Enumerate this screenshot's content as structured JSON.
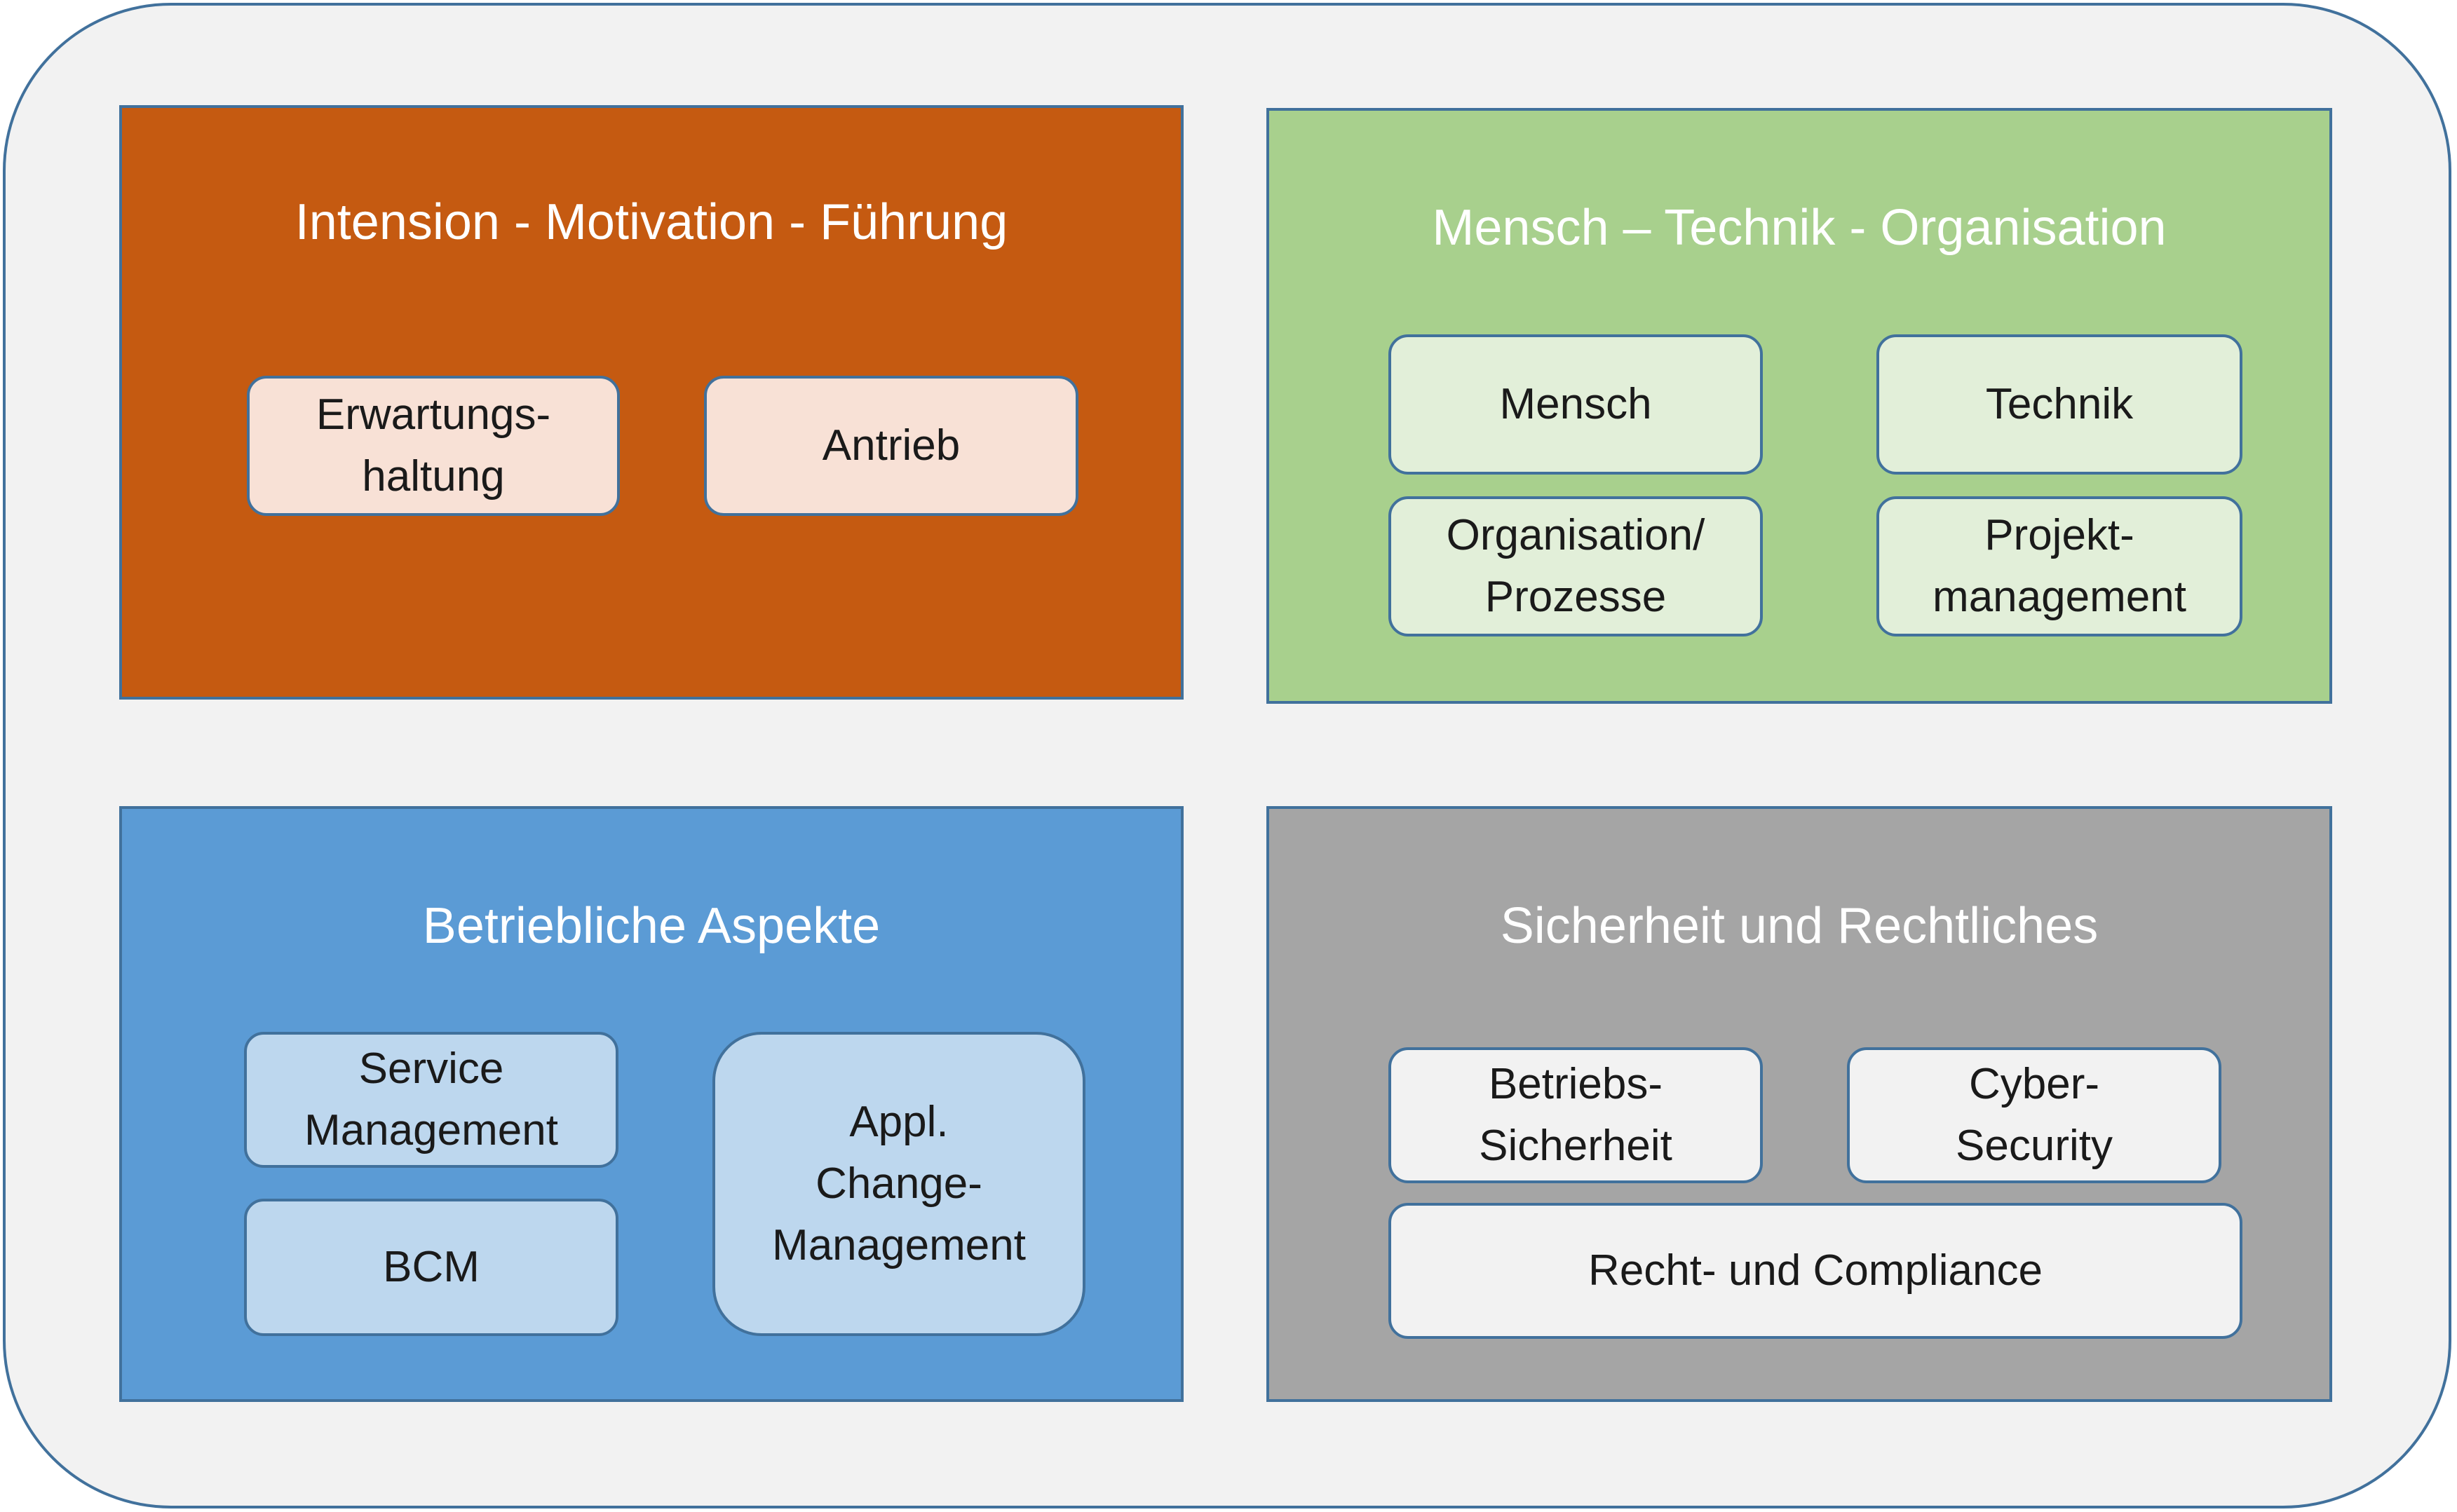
{
  "colors": {
    "outer_fill": "#f2f2f2",
    "outline": "#41719c",
    "orange": "#c55a11",
    "orange_light": "#f8e1d6",
    "green": "#a8d08d",
    "green_light": "#e2efd9",
    "blue": "#5b9bd5",
    "blue_light": "#bdd7ee",
    "gray": "#a5a5a5",
    "gray_light": "#f2f2f2"
  },
  "panels": {
    "motivation": {
      "title": "Intension - Motivation - Führung",
      "items": [
        "Erwartungs-\nhaltung",
        "Antrieb"
      ]
    },
    "mto": {
      "title": "Mensch – Technik - Organisation",
      "items": [
        "Mensch",
        "Technik",
        "Organisation/\nProzesse",
        "Projekt-\nmanagement"
      ]
    },
    "operations": {
      "title": "Betriebliche Aspekte",
      "items": [
        "Service\nManagement",
        "BCM",
        "Appl.\nChange-\nManagement"
      ]
    },
    "security": {
      "title": "Sicherheit und Rechtliches",
      "items": [
        "Betriebs-\nSicherheit",
        "Cyber-\nSecurity",
        "Recht- und Compliance"
      ]
    }
  }
}
